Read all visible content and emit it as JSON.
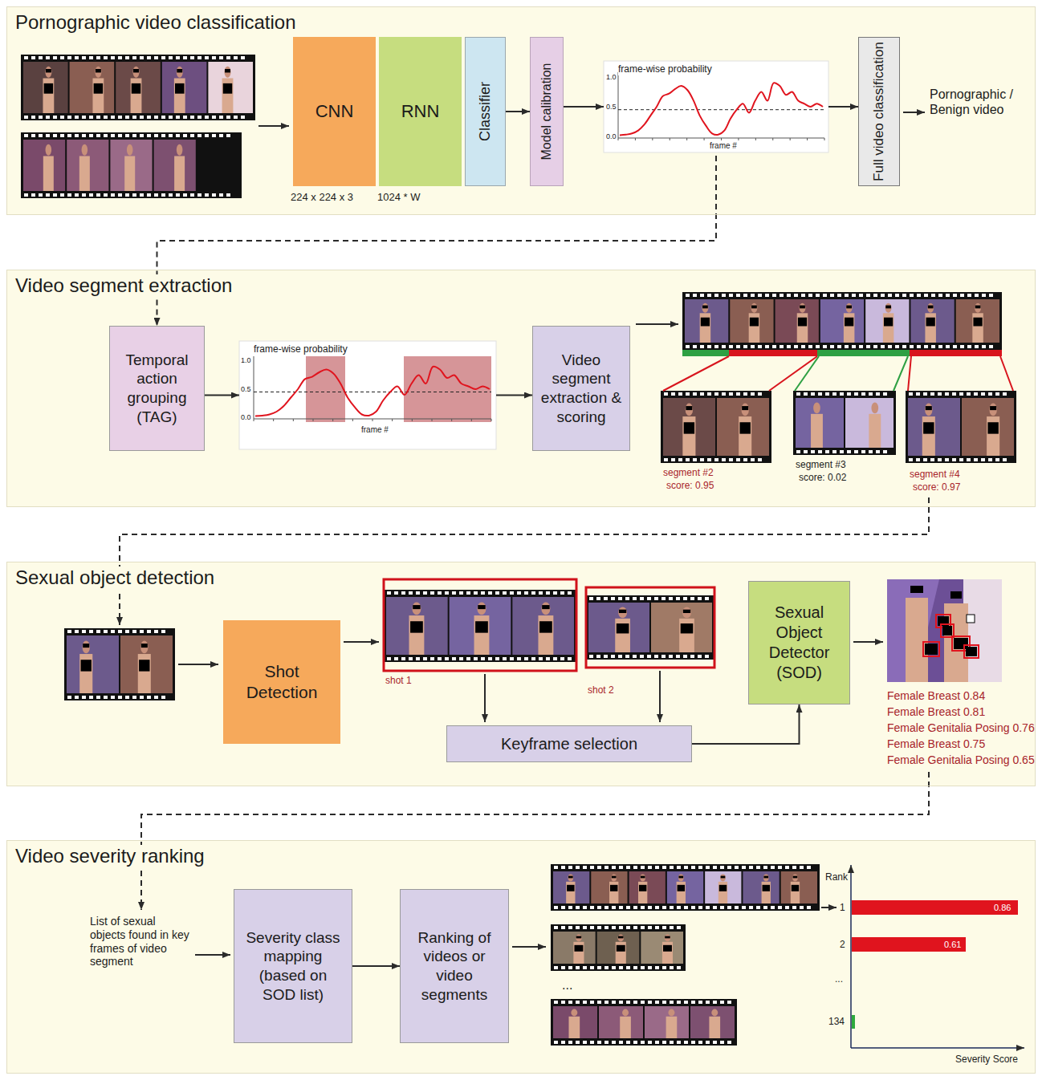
{
  "diagram": {
    "nodes": [
      {
        "text": [
          "Pornographic video classification"
        ]
      },
      {
        "text": [
          "CNN"
        ],
        "in": 0
      },
      {
        "text": [
          "RNN"
        ],
        "in": 0
      },
      {
        "text": [
          "Classifier"
        ],
        "in": 0
      },
      {
        "text": [
          "Model calibration"
        ],
        "in": 0
      },
      {
        "text": [
          "frame-wise probability"
        ],
        "in": 0
      },
      {
        "text": [
          "Full video classification"
        ],
        "in": 0
      },
      {
        "text": [
          "Video segment extraction"
        ]
      },
      {
        "text": [
          "Temporal action grouping (TAG)"
        ],
        "in": 7
      },
      {
        "text": [
          "frame-wise probability"
        ],
        "in": 7
      },
      {
        "text": [
          "Video segment extraction & scoring"
        ],
        "in": 7
      },
      {
        "text": [
          "Sexual object detection"
        ]
      },
      {
        "text": [
          "Shot Detection"
        ],
        "in": 11
      },
      {
        "text": [
          "Keyframe selection"
        ],
        "in": 11
      },
      {
        "text": [
          "Sexual Object Detector (SOD)"
        ],
        "in": 11
      },
      {
        "text": [
          "Video severity ranking"
        ]
      },
      {
        "text": [
          "Severity class mapping (based on SOD list)"
        ],
        "in": 15
      },
      {
        "text": [
          "Ranking of videos or video segments"
        ],
        "in": 15
      }
    ],
    "edges": [
      {
        "from": 3,
        "to": 4,
        "arrow": "to"
      },
      {
        "from": 4,
        "to": 5,
        "arrow": "to"
      },
      {
        "from": 5,
        "to": 6,
        "arrow": "to"
      },
      {
        "from": 5,
        "to": 8,
        "arrow": "to"
      },
      {
        "from": 8,
        "to": 9,
        "arrow": "to"
      },
      {
        "from": 9,
        "to": 10,
        "arrow": "to"
      },
      {
        "from": 13,
        "to": 14,
        "arrow": "to"
      },
      {
        "from": 16,
        "to": 17,
        "arrow": "to"
      }
    ],
    "labels": [
      "224 x 224 x 3",
      "1024 * W",
      "1.0",
      "0.5",
      "0.0",
      "frame #",
      "Pornographic / Benign video",
      "1.0",
      "0.5",
      "0.0",
      "frame #",
      "segment #2",
      "score: 0.95",
      "segment #3",
      "score: 0.02",
      "segment #4",
      "score: 0.97",
      "shot 1",
      "shot 2",
      "Female Breast 0.84",
      "Female Breast 0.81",
      "Female Genitalia Posing 0.76",
      "Female Breast 0.75",
      "Female Genitalia Posing 0.65",
      "List of sexual objects found in key frames of video segment",
      "...",
      "Rank",
      "1",
      "2",
      "...",
      "134",
      "Severity Score",
      "0.86",
      "0.61"
    ]
  }
}
